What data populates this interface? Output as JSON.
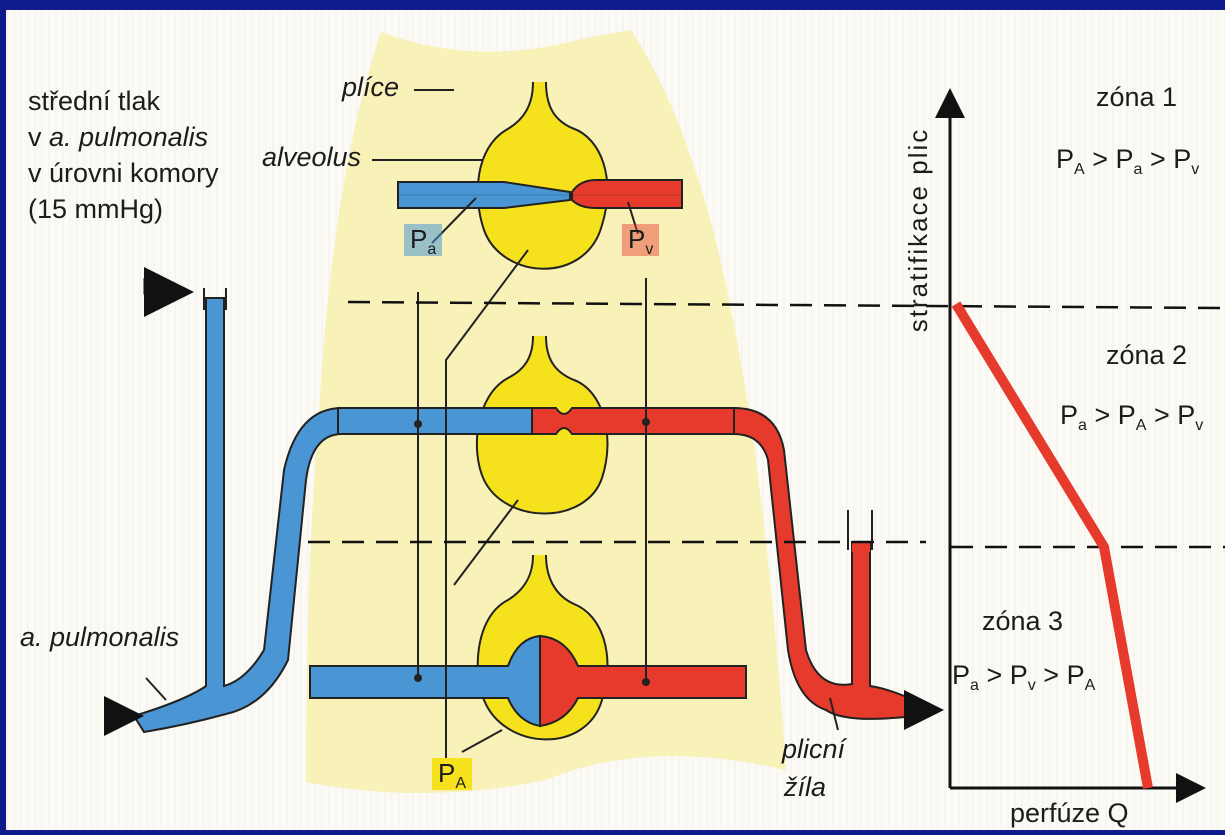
{
  "labels": {
    "mean_pressure": [
      "střední tlak",
      "v a. pulmonalis",
      "v úrovni komory",
      "(15 mmHg)"
    ],
    "lung": "plíce",
    "alveolus": "alveolus",
    "artery": "a. pulmonalis",
    "vein": [
      "plicní",
      "žíla"
    ],
    "p_sym": "P",
    "sub_a": "a",
    "sub_v": "v",
    "sub_A": "A",
    "gt": ">",
    "y_axis": "stratifikace plic",
    "x_axis": "perfúze Q"
  },
  "zones": [
    {
      "name": "zóna 1"
    },
    {
      "name": "zóna 2"
    },
    {
      "name": "zóna 3"
    }
  ],
  "colors": {
    "artery": "#4a95d4",
    "vein": "#e53a2c",
    "alveolus": "#f5e11c",
    "lung": "#f8f1b8",
    "frame_bg": "#0f1a8c"
  }
}
